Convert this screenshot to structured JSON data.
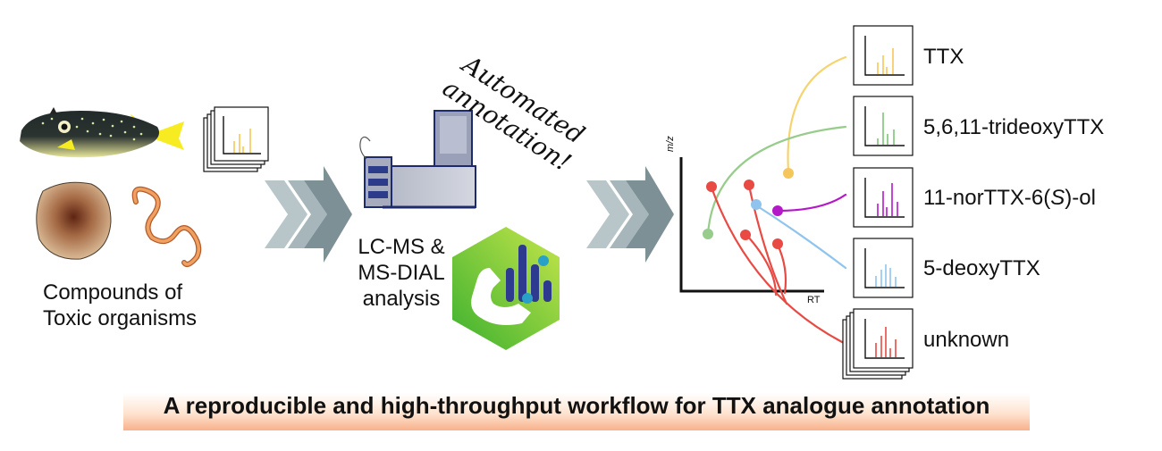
{
  "left_label": {
    "line1": "Compounds of",
    "line2": "Toxic organisms"
  },
  "middle_label": {
    "line1": "LC-MS &",
    "line2": "MS-DIAL",
    "line3": "analysis"
  },
  "annotation_text": {
    "line1": "Automated",
    "line2": "annotation!"
  },
  "plot_axes": {
    "y_label": "m/z",
    "x_label": "RT"
  },
  "compounds": [
    {
      "label": "TTX",
      "color": "#f5c65a"
    },
    {
      "label": "5,6,11-trideoxyTTX",
      "color": "#7cc576"
    },
    {
      "label_prefix": "11-norTTX-6(",
      "label_italic": "S",
      "label_suffix": ")-ol",
      "color": "#b418c9"
    },
    {
      "label": "5-deoxyTTX",
      "color": "#8fc4ee"
    },
    {
      "label": "unknown",
      "color": "#e84a44"
    }
  ],
  "title": "A reproducible and high-throughput workflow for TTX analogue annotation",
  "colors": {
    "arrow": "#7d9095",
    "arrow_light": "#b8c6ca",
    "title_gradient": "#f8b18b"
  },
  "icons": [
    "pufferfish-icon",
    "flatworm-icon",
    "ribbon-worm-icon",
    "lcms-instrument-icon",
    "msdial-logo-icon"
  ]
}
